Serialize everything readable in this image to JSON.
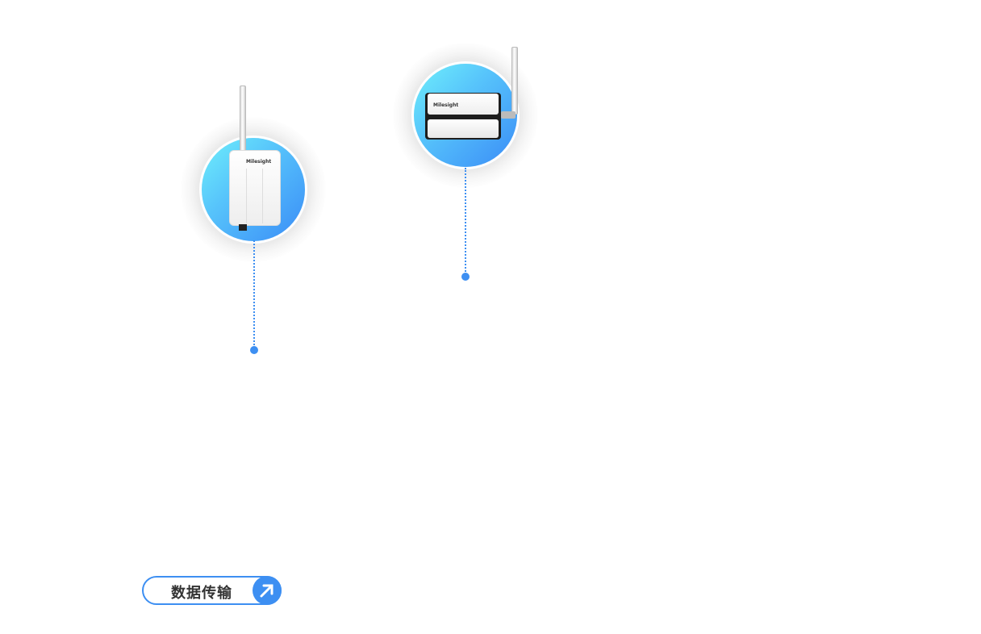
{
  "devices": [
    {
      "name": "outdoor-lorawan-gateway",
      "logo_text": "Milesight"
    },
    {
      "name": "indoor-lorawan-gateway",
      "logo_text": "Milesight"
    }
  ],
  "button": {
    "label": "数据传输",
    "icon": "arrow-up-right-icon"
  },
  "colors": {
    "accent": "#3d8ff2"
  }
}
